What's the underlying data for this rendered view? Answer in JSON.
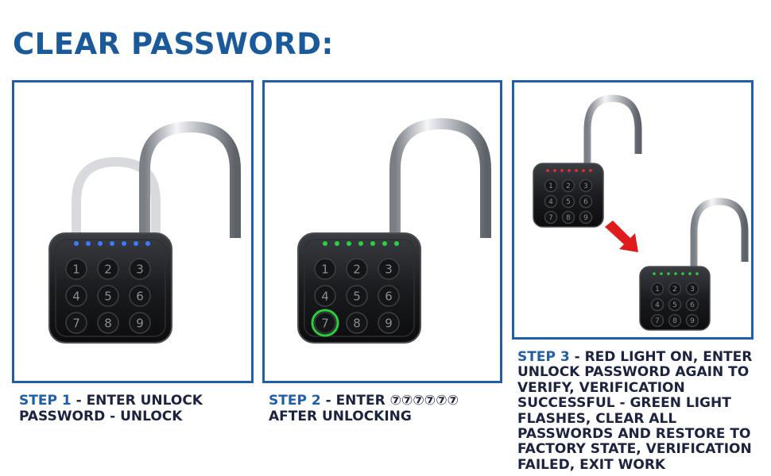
{
  "title": "CLEAR PASSWORD:",
  "keys": [
    "1",
    "2",
    "3",
    "4",
    "5",
    "6",
    "7",
    "8",
    "9"
  ],
  "colors": {
    "accent": "#1f5ea8",
    "blue_led": "#3a7bff",
    "green_led": "#2bd13a",
    "red_led": "#ff2a2a",
    "arrow": "#e01b1b"
  },
  "steps": [
    {
      "label": "STEP 1",
      "text": " - ENTER UNLOCK PASSWORD - UNLOCK"
    },
    {
      "label": "STEP 2",
      "text": " - ENTER ⑦⑦⑦⑦⑦⑦ AFTER UNLOCKING"
    },
    {
      "label": "STEP 3",
      "text": " - RED LIGHT ON, ENTER UNLOCK PASSWORD AGAIN TO VERIFY, VERIFICATION SUCCESSFUL - GREEN LIGHT FLASHES, CLEAR ALL PASSWORDS AND RESTORE TO FACTORY STATE, VERIFICATION FAILED, EXIT WORK"
    }
  ]
}
